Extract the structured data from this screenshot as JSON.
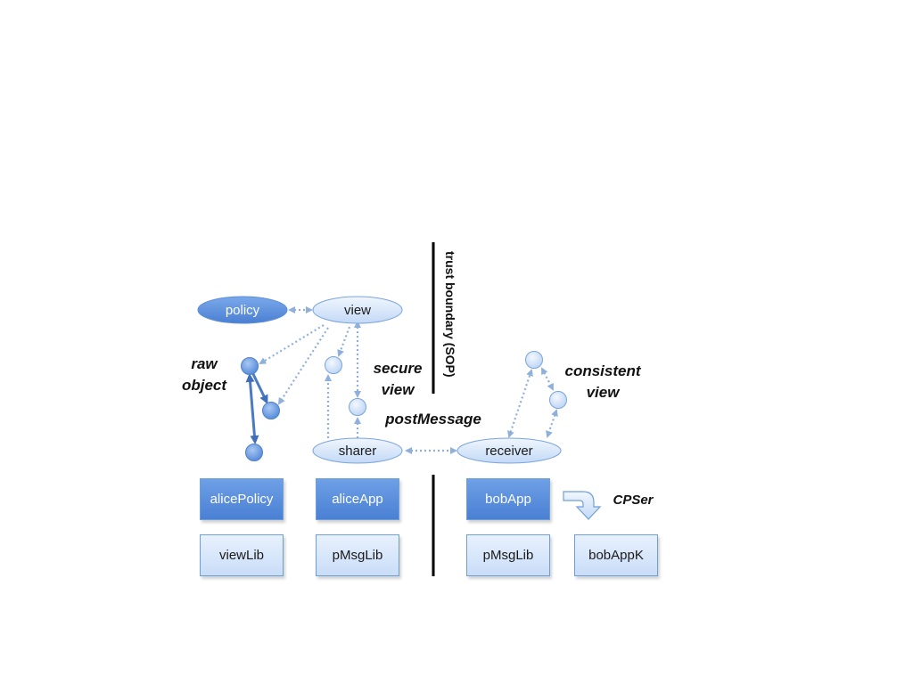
{
  "nodes": {
    "policy": "policy",
    "view": "view",
    "sharer": "sharer",
    "receiver": "receiver"
  },
  "labels": {
    "raw_object_line1": "raw",
    "raw_object_line2": "object",
    "secure_view_line1": "secure",
    "secure_view_line2": "view",
    "post_message": "postMessage",
    "consistent_view_line1": "consistent",
    "consistent_view_line2": "view",
    "cpser": "CPSer",
    "trust_boundary": "trust boundary (SOP)"
  },
  "modules": {
    "alice_policy": "alicePolicy",
    "alice_app": "aliceApp",
    "view_lib": "viewLib",
    "alice_pmsg_lib": "pMsgLib",
    "bob_app": "bobApp",
    "bob_pmsg_lib": "pMsgLib",
    "bob_app_k": "bobAppK"
  },
  "colors": {
    "dark_fill": "#5a8ddc",
    "light_fill": "#d6e5fa",
    "arrow": "#8fb0dc",
    "solid_arrow": "#4f7fc4",
    "boundary": "#000000"
  }
}
